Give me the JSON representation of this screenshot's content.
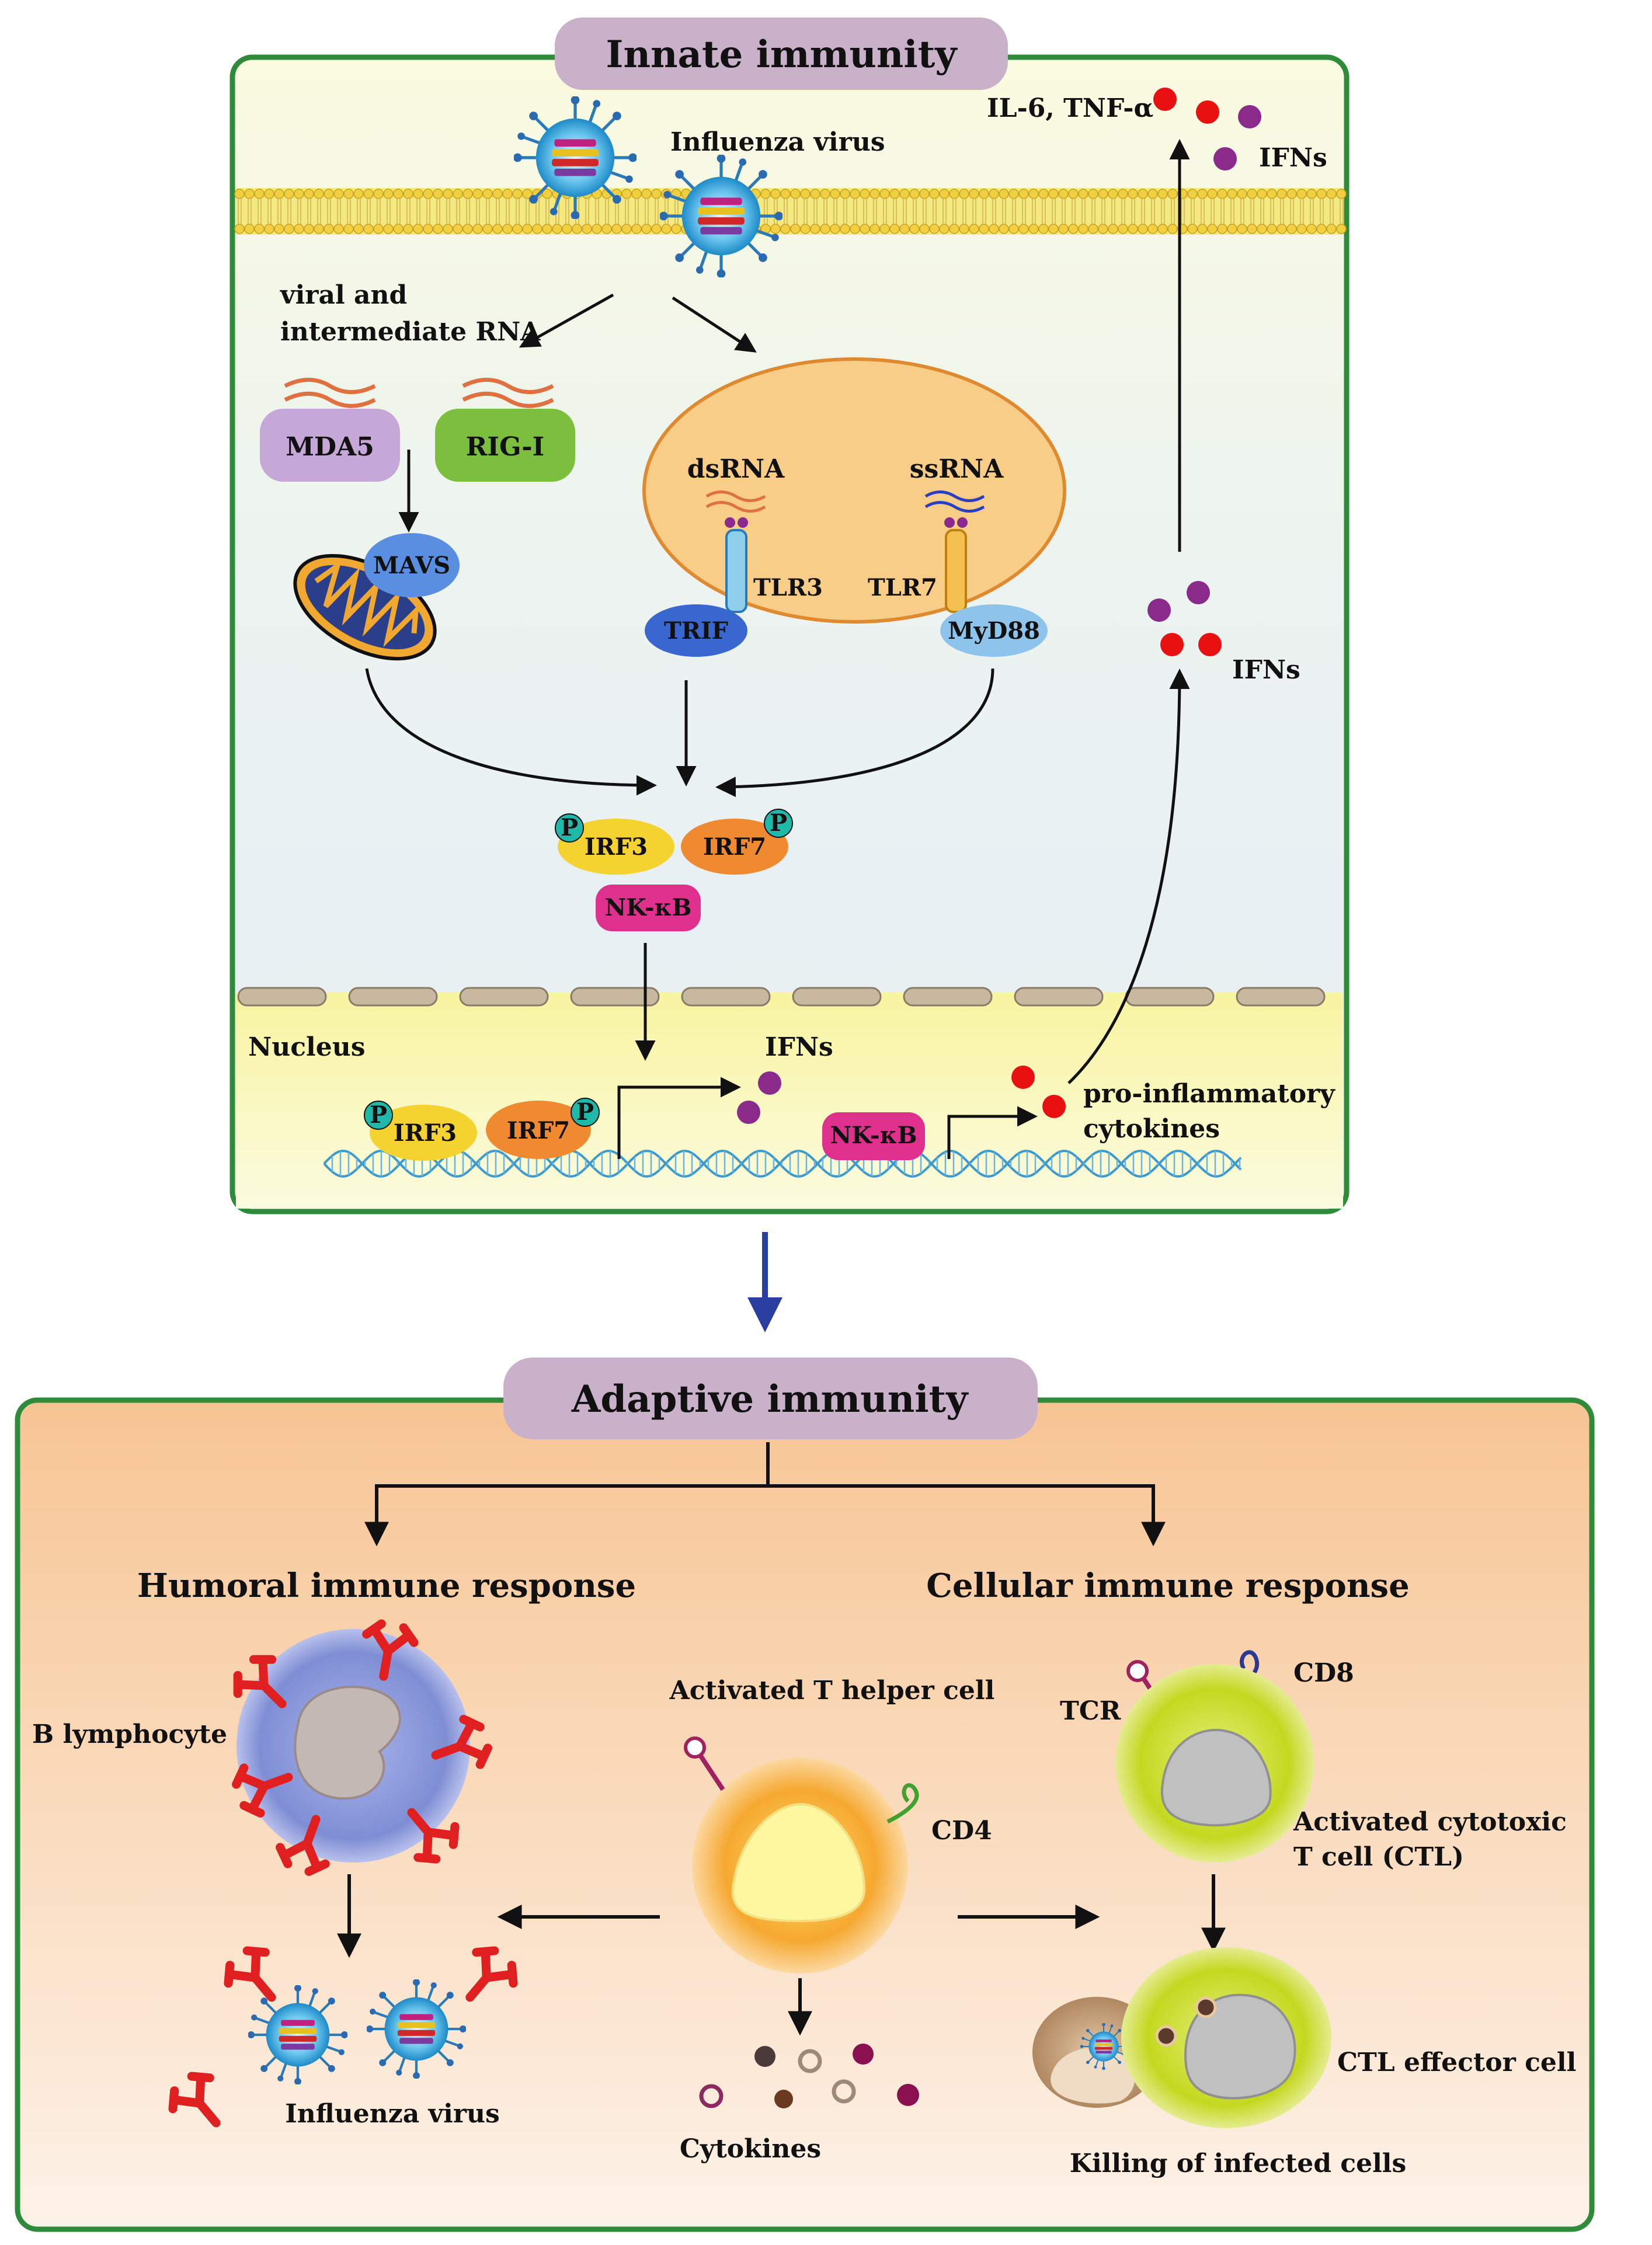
{
  "innate": {
    "title": "Innate immunity",
    "virus_label": "Influenza virus",
    "viral_rna_line1": "viral and",
    "viral_rna_line2": "intermediate RNA",
    "mda5": "MDA5",
    "rigi": "RIG-I",
    "mavs": "MAVS",
    "dsrna": "dsRNA",
    "ssrna": "ssRNA",
    "tlr3": "TLR3",
    "tlr7": "TLR7",
    "trif": "TRIF",
    "myd88": "MyD88",
    "irf3": "IRF3",
    "irf7": "IRF7",
    "p": "P",
    "nfkb": "NK-κB",
    "nucleus": "Nucleus",
    "ifns": "IFNs",
    "proinflam_line1": "pro-inflammatory",
    "proinflam_line2": "cytokines",
    "il6_tnf": "IL-6, TNF-α"
  },
  "adaptive": {
    "title": "Adaptive immunity",
    "humoral": "Humoral immune response",
    "cellular": "Cellular immune response",
    "b_lymphocyte": "B lymphocyte",
    "th_cell": "Activated T helper cell",
    "cd4": "CD4",
    "tcr": "TCR",
    "cd8": "CD8",
    "ctl_line1": "Activated cytotoxic",
    "ctl_line2": "T cell (CTL)",
    "influenza": "Influenza virus",
    "cytokines": "Cytokines",
    "ctl_effector": "CTL effector cell",
    "killing": "Killing of infected cells"
  },
  "colors": {
    "border_green": "#2e8b3a",
    "title_box": "#c9b2c9",
    "innate_bg_top": "#fbfbe0",
    "innate_bg_mid": "#e9f1f3",
    "adaptive_bg_top": "#f7c79b",
    "adaptive_bg_bottom": "#fcefe3",
    "mda5": "#c6a8d8",
    "rigi": "#7cbf3f",
    "mavs": "#5a8ee0",
    "endosome": "#f8cd88",
    "endosome_border": "#e08a30",
    "irf3": "#f4d230",
    "irf7": "#f08a30",
    "nfkb": "#e0308e",
    "p_badge": "#20b8a8",
    "trif": "#3a66d0",
    "myd88": "#8ec4ec",
    "ifn_purple": "#8a2a8a",
    "cytokine_red": "#e81010",
    "antibody": "#e02020",
    "b_cell": "#8a98d8",
    "th_cell": "#f6a830",
    "ctl_cell": "#c8dc20",
    "down_arrow": "#2a3ea0"
  }
}
